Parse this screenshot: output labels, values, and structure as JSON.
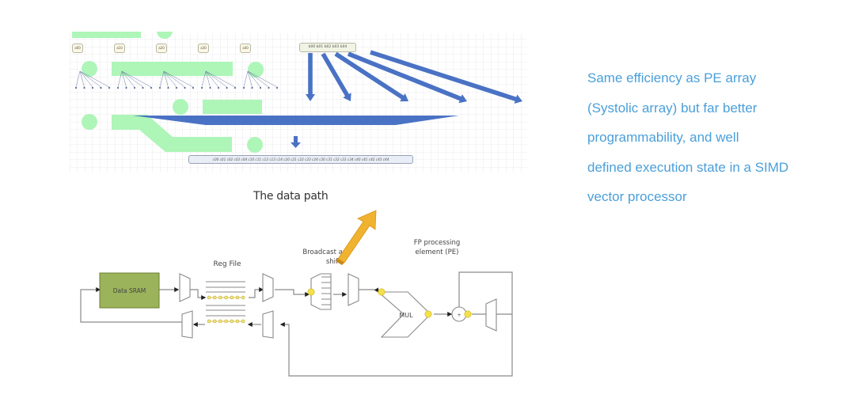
{
  "slide": {
    "side_text_lines": [
      "Same efficiency as PE array",
      "(Systolic array) but far better",
      "programmability,  and well",
      "defined execution state in a SIMD",
      "vector processor"
    ],
    "datapath_title": "The data path"
  },
  "top_diagram": {
    "a_labels": [
      "a00",
      "a10",
      "a20",
      "a30",
      "a40"
    ],
    "b_vector": "b00 b01 b02 b03 b04",
    "c_vector": "c00 c01 c02 c03 c04 c10 c11 c12 c13 c14 c20 c21 c22 c23 c24 c30 c31 c32 c33 c34 c40 c41 c42 c43 c44",
    "colors": {
      "highlight_green": "#aef5b8",
      "arrow_blue": "#4a72c4",
      "box_fill": "#fbf7e2",
      "grid": "#e8e8ee"
    }
  },
  "bottom_diagram": {
    "data_sram_label": "Data SRAM",
    "reg_file_label": "Reg File",
    "broadcast_label_line1": "Broadcast and",
    "broadcast_label_line2": "shift",
    "pe_label_line1": "FP processing",
    "pe_label_line2": "element (PE)",
    "mul_label": "MUL",
    "adder_symbol": "+",
    "colors": {
      "sram_fill": "#9bb35a",
      "sram_border": "#6b7f34",
      "wire": "#8a8a8a",
      "node_yellow": "#f4e04a",
      "pointer_arrow": "#f0b32f"
    }
  }
}
